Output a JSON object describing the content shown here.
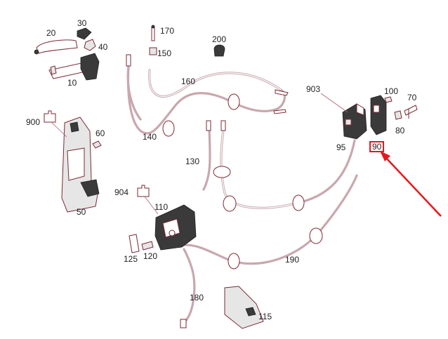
{
  "parts": [
    {
      "id": "p20",
      "number": "20"
    },
    {
      "id": "p30",
      "number": "30"
    },
    {
      "id": "p40",
      "number": "40"
    },
    {
      "id": "p10",
      "number": "10"
    },
    {
      "id": "p170",
      "number": "170"
    },
    {
      "id": "p150",
      "number": "150"
    },
    {
      "id": "p200",
      "number": "200"
    },
    {
      "id": "p160",
      "number": "160"
    },
    {
      "id": "p903",
      "number": "903"
    },
    {
      "id": "p100",
      "number": "100"
    },
    {
      "id": "p70",
      "number": "70"
    },
    {
      "id": "p80",
      "number": "80"
    },
    {
      "id": "p900",
      "number": "900"
    },
    {
      "id": "p60",
      "number": "60"
    },
    {
      "id": "p140",
      "number": "140"
    },
    {
      "id": "p95",
      "number": "95"
    },
    {
      "id": "p130",
      "number": "130"
    },
    {
      "id": "p904",
      "number": "904"
    },
    {
      "id": "p110",
      "number": "110"
    },
    {
      "id": "p50",
      "number": "50"
    },
    {
      "id": "p125",
      "number": "125"
    },
    {
      "id": "p120",
      "number": "120"
    },
    {
      "id": "p190",
      "number": "190"
    },
    {
      "id": "p180",
      "number": "180"
    },
    {
      "id": "p115",
      "number": "115"
    }
  ],
  "highlight": {
    "number": "90",
    "color": "#e8171c"
  }
}
